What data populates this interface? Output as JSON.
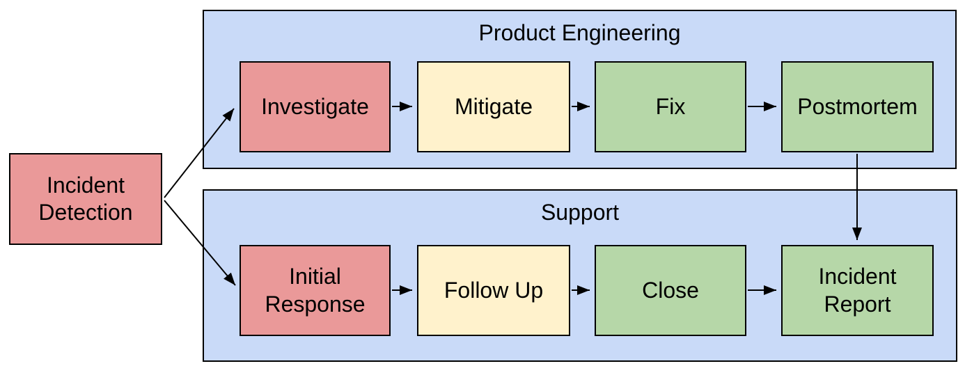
{
  "diagram": {
    "containers": [
      {
        "id": "product-engineering",
        "title": "Product Engineering"
      },
      {
        "id": "support",
        "title": "Support"
      }
    ],
    "nodes": [
      {
        "id": "incident-detection",
        "label": "Incident\nDetection",
        "color": "red"
      },
      {
        "id": "investigate",
        "label": "Investigate",
        "color": "red"
      },
      {
        "id": "mitigate",
        "label": "Mitigate",
        "color": "yellow"
      },
      {
        "id": "fix",
        "label": "Fix",
        "color": "green"
      },
      {
        "id": "postmortem",
        "label": "Postmortem",
        "color": "green"
      },
      {
        "id": "initial-response",
        "label": "Initial\nResponse",
        "color": "red"
      },
      {
        "id": "follow-up",
        "label": "Follow Up",
        "color": "yellow"
      },
      {
        "id": "close",
        "label": "Close",
        "color": "green"
      },
      {
        "id": "incident-report",
        "label": "Incident\nReport",
        "color": "green"
      }
    ],
    "edges": [
      {
        "from": "incident-detection",
        "to": "investigate"
      },
      {
        "from": "incident-detection",
        "to": "initial-response"
      },
      {
        "from": "investigate",
        "to": "mitigate"
      },
      {
        "from": "mitigate",
        "to": "fix"
      },
      {
        "from": "fix",
        "to": "postmortem"
      },
      {
        "from": "postmortem",
        "to": "incident-report"
      },
      {
        "from": "initial-response",
        "to": "follow-up"
      },
      {
        "from": "follow-up",
        "to": "close"
      },
      {
        "from": "close",
        "to": "incident-report"
      }
    ],
    "colors": {
      "red": "#ea9999",
      "yellow": "#fff2cc",
      "green": "#b6d7a8",
      "container_blue": "#c9daf8",
      "border": "#000000",
      "background": "#ffffff"
    }
  }
}
